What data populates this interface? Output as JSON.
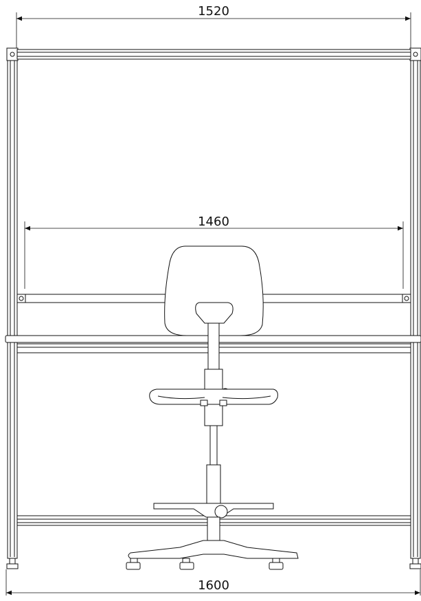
{
  "dimensions": {
    "top_width": "1520",
    "mid_width": "1460",
    "bottom_width": "1600"
  },
  "colors": {
    "line": "#111111",
    "background": "#ffffff"
  }
}
